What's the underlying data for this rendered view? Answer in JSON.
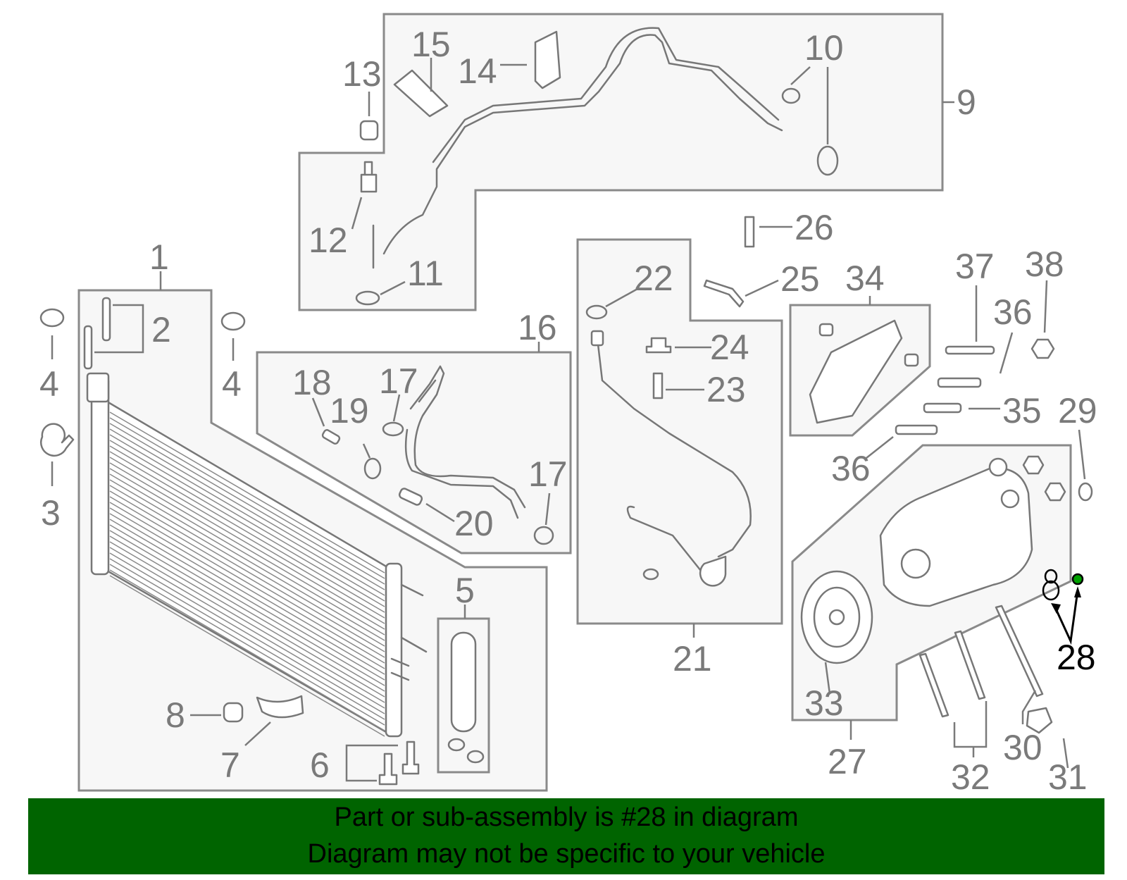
{
  "callouts": {
    "c1": "1",
    "c2": "2",
    "c3": "3",
    "c4a": "4",
    "c4b": "4",
    "c5": "5",
    "c6": "6",
    "c7": "7",
    "c8": "8",
    "c9": "9",
    "c10": "10",
    "c11": "11",
    "c12": "12",
    "c13": "13",
    "c14": "14",
    "c15": "15",
    "c16": "16",
    "c17a": "17",
    "c17b": "17",
    "c18": "18",
    "c19": "19",
    "c20": "20",
    "c21": "21",
    "c22": "22",
    "c23": "23",
    "c24": "24",
    "c25": "25",
    "c26": "26",
    "c27": "27",
    "c28": "28",
    "c29": "29",
    "c30": "30",
    "c31": "31",
    "c32": "32",
    "c33": "33",
    "c34": "34",
    "c35": "35",
    "c36a": "36",
    "c36b": "36",
    "c37": "37",
    "c38": "38"
  },
  "highlight": {
    "part": "28",
    "color": "#006400"
  },
  "colors": {
    "banner_bg": "#006400",
    "line_gray": "#7a7a7a",
    "group_fill": "#f7f7f7"
  },
  "banner": {
    "line1": "Part or sub-assembly is #28 in diagram",
    "line2": "Diagram may not be specific to your vehicle"
  }
}
